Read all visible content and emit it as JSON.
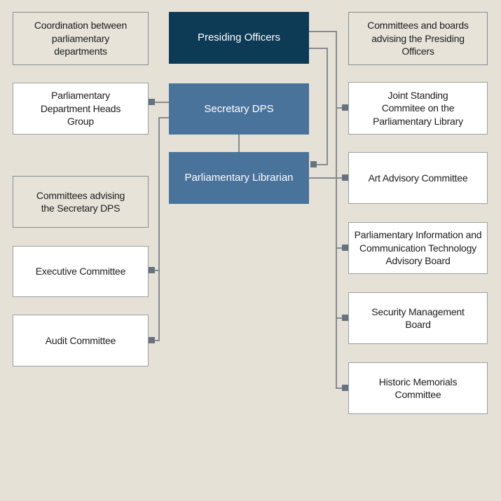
{
  "diagram": {
    "kind": "organisational-chart",
    "colors": {
      "background": "#e5e1d6",
      "navy_box": "#0d3a55",
      "blue_box": "#4a739c",
      "panel_fill": "#e7e3d9",
      "white_fill": "#ffffff",
      "panel_border": "#878d94",
      "white_border": "#9aa0a6",
      "connector_line": "#858b92",
      "connector_anchor": "#66727f",
      "text_dark": "#1c1c1c",
      "text_light": "#ffffff"
    },
    "nodes": {
      "coordination": {
        "label": "Coordination between parliamentary departments"
      },
      "dept_heads": {
        "label": "Parliamentary Department Heads Group"
      },
      "advising_dps": {
        "label": "Committees advising the Secretary DPS"
      },
      "executive": {
        "label": "Executive Committee"
      },
      "audit": {
        "label": "Audit Committee"
      },
      "presiding": {
        "label": "Presiding Officers"
      },
      "secretary": {
        "label": "Secretary DPS"
      },
      "librarian": {
        "label": "Parliamentary Librarian"
      },
      "advising_po": {
        "label": "Committees and boards advising the Presiding Officers"
      },
      "joint_library": {
        "label": "Joint Standing Commitee on the Parliamentary Library"
      },
      "art": {
        "label": "Art Advisory Committee"
      },
      "pict": {
        "label": "Parliamentary Information and Communication Technology Advisory Board"
      },
      "security": {
        "label": "Security Management Board"
      },
      "historic": {
        "label": "Historic Memorials Committee"
      }
    }
  }
}
